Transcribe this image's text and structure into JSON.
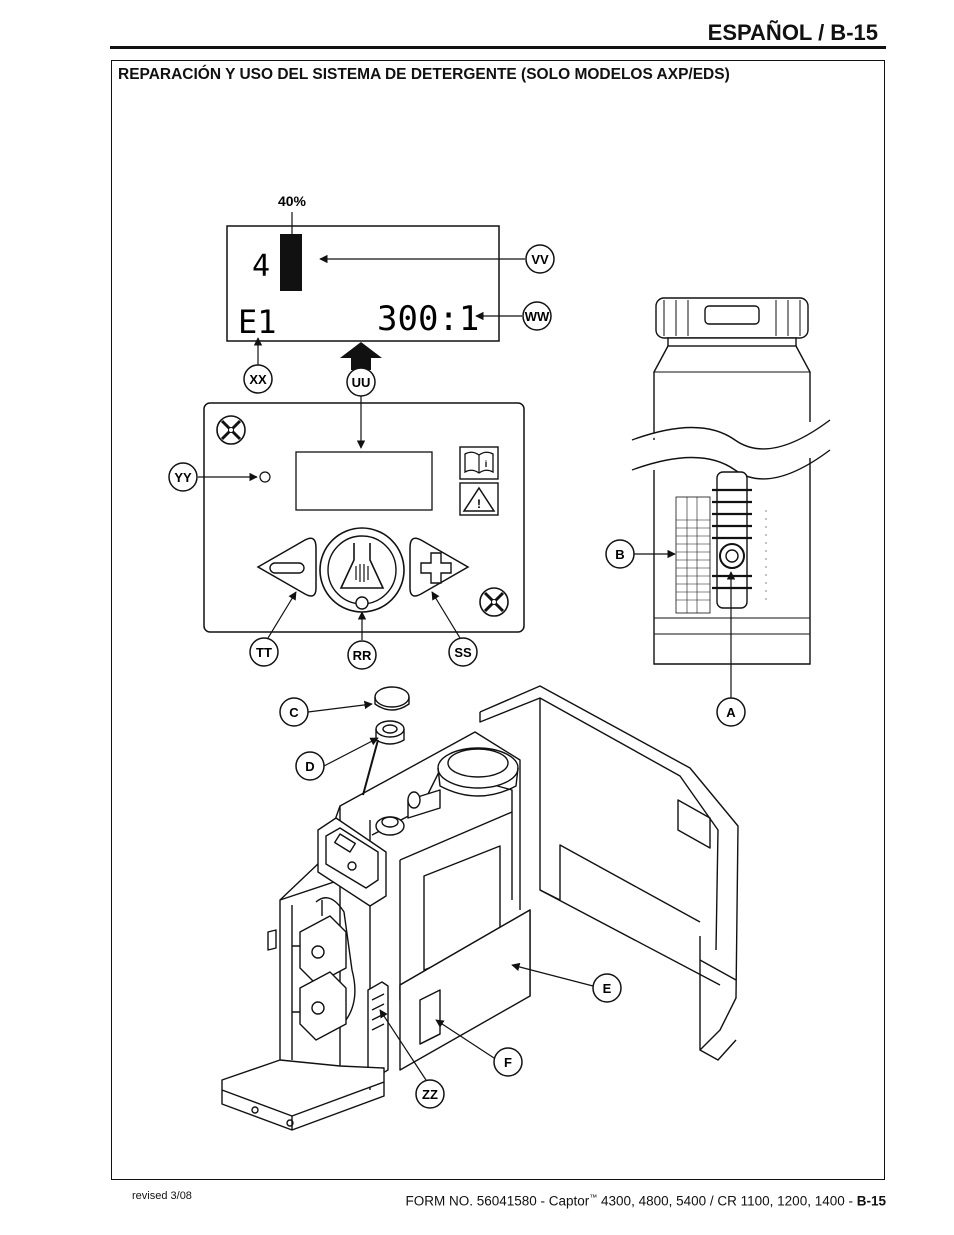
{
  "header": {
    "title": "ESPAÑOL / B-15"
  },
  "section": {
    "title": "REPARACIÓN Y USO DEL SISTEMA DE DETERGENTE (SOLO MODELOS AXP/EDS)"
  },
  "display": {
    "percent": "40%",
    "level": "4",
    "code": "E1",
    "ratio": "300:1"
  },
  "callouts": {
    "vv": "VV",
    "ww": "WW",
    "xx": "XX",
    "uu": "UU",
    "yy": "YY",
    "tt": "TT",
    "rr": "RR",
    "ss": "SS",
    "a": "A",
    "b": "B",
    "c": "C",
    "d": "D",
    "e": "E",
    "f": "F",
    "zz": "ZZ"
  },
  "icons": [
    "manual-icon",
    "warning-icon",
    "fan-icon",
    "minus-button",
    "plus-button",
    "detergent-button"
  ],
  "footer": {
    "revised": "revised 3/08",
    "form_prefix": "FORM NO. 56041580 - Captor",
    "tm": "™",
    "form_models": " 4300, 4800, 5400 / CR 1100, 1200, 1400 - ",
    "page": "B-15"
  }
}
